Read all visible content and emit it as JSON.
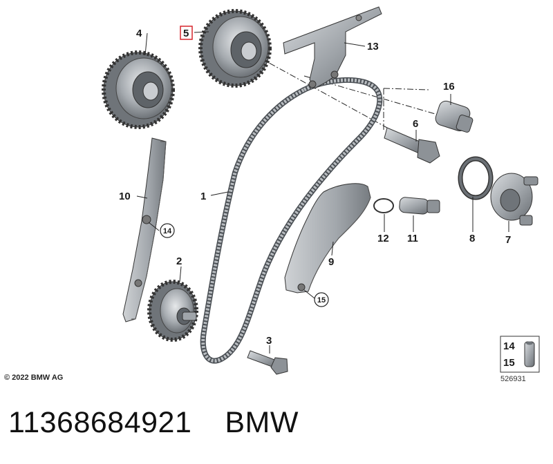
{
  "callouts": {
    "c1": "1",
    "c2": "2",
    "c3": "3",
    "c4": "4",
    "c5": "5",
    "c6": "6",
    "c7": "7",
    "c8": "8",
    "c9": "9",
    "c10": "10",
    "c11": "11",
    "c12": "12",
    "c13": "13",
    "c14": "14",
    "c15": "15",
    "c16": "16"
  },
  "legend_box": {
    "item_a": "14",
    "item_b": "15"
  },
  "copyright": "© 2022 BMW AG",
  "image_number": "526931",
  "caption": {
    "part_number": "11368684921",
    "brand": "BMW"
  },
  "colors": {
    "part_fill": "#9aa0a6",
    "part_dark": "#5f656b",
    "part_light": "#d4d7da",
    "line": "#222222",
    "highlight_box": "#d6242b"
  }
}
